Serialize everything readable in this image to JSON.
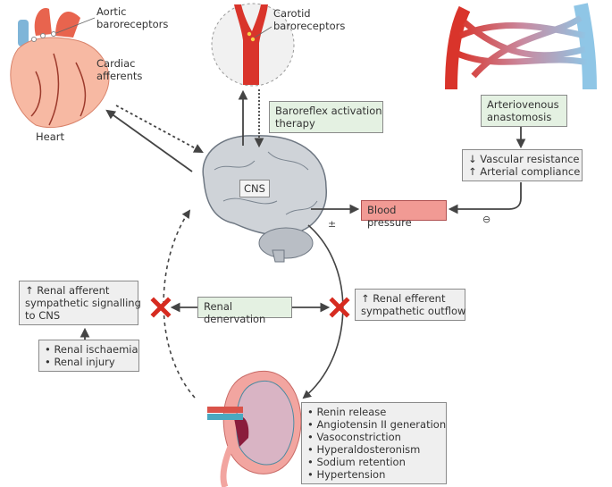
{
  "labels": {
    "aortic": [
      "Aortic",
      "baroreceptors"
    ],
    "cardiac": [
      "Cardiac",
      "afferents"
    ],
    "heart": "Heart",
    "carotid": [
      "Carotid",
      "baroreceptors"
    ],
    "cns": "CNS"
  },
  "boxes": {
    "baroreflex": [
      "Baroreflex activation",
      "therapy"
    ],
    "anastomosis": [
      "Arteriovenous",
      "anastomosis"
    ],
    "vascular": [
      "↓ Vascular resistance",
      "↑ Arterial compliance"
    ],
    "blood_pressure": "Blood pressure",
    "renal_afferent": [
      "↑ Renal afferent",
      "sympathetic signalling",
      "to CNS"
    ],
    "renal_causes": [
      "• Renal ischaemia",
      "• Renal injury"
    ],
    "renal_denervation": "Renal denervation",
    "renal_efferent": [
      "↑ Renal efferent",
      "sympathetic outflow"
    ],
    "renal_effects": [
      "• Renin release",
      "• Angiotensin II generation",
      "• Vasoconstriction",
      "• Hyperaldosteronism",
      "• Sodium retention",
      "• Hypertension"
    ]
  },
  "symbols": {
    "plus_minus": "±",
    "minus": "⊖"
  },
  "colors": {
    "therapy_box": "#e4f1e2",
    "info_box": "#efefef",
    "blood_pressure_box": "#f19a94",
    "block_cross": "#d62b20",
    "arrow": "#444444"
  }
}
